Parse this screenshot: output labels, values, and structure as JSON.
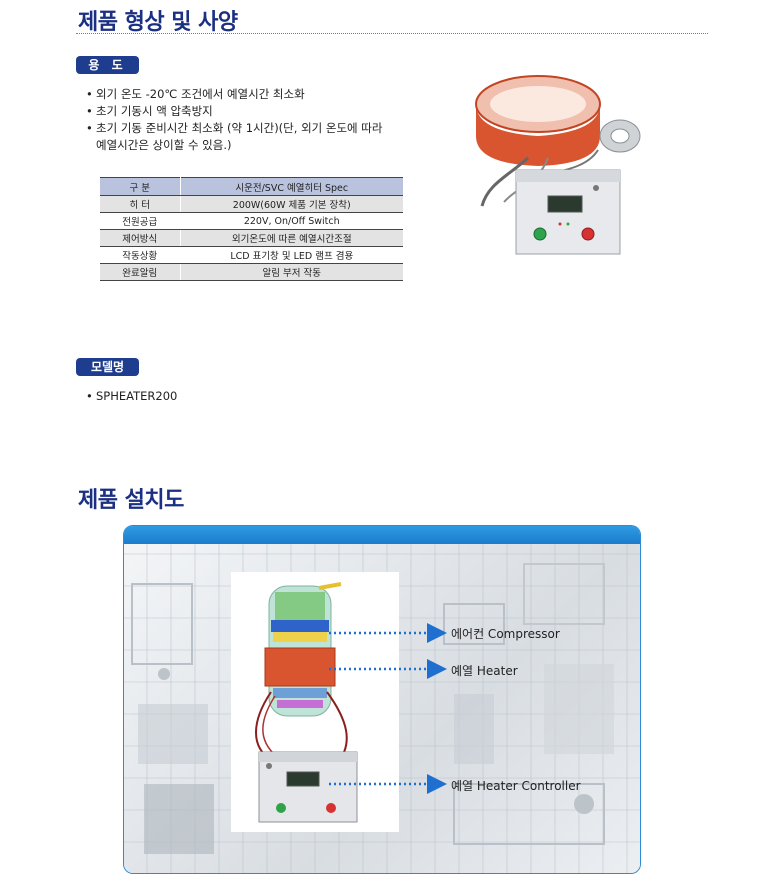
{
  "section1": {
    "title": "제품 형상 및 사양",
    "usage_badge": "용 도",
    "usage_bullets": [
      "외기 온도 -20℃ 조건에서 예열시간 최소화",
      "초기 기동시 액 압축방지",
      "초기 기동 준비시간 최소화 (약 1시간)(단, 외기 온도에 따라",
      "예열시간은 상이할 수 있음.)"
    ],
    "spec_table": {
      "headers": [
        "구 분",
        "시운전/SVC 예열히터 Spec"
      ],
      "rows": [
        [
          "히 터",
          "200W(60W 제품 기본 장착)"
        ],
        [
          "전원공급",
          "220V, On/Off Switch"
        ],
        [
          "제어방식",
          "외기온도에 따른 예열시간조절"
        ],
        [
          "작동상황",
          "LCD 표기창 및 LED 램프 겸용"
        ],
        [
          "완료알림",
          "알림 부저 작동"
        ]
      ]
    },
    "model_badge": "모델명",
    "model_bullets": [
      "SPHEATER200"
    ]
  },
  "section2": {
    "title": "제품 설치도",
    "labels": {
      "compressor": "에어컨 Compressor",
      "heater": "예열 Heater",
      "controller": "예열 Heater Controller"
    }
  },
  "colors": {
    "title_navy": "#1b2f83",
    "badge_blue": "#1f3d8f",
    "frame_blue": "#2b8bd6",
    "heater_orange": "#d9552f"
  }
}
